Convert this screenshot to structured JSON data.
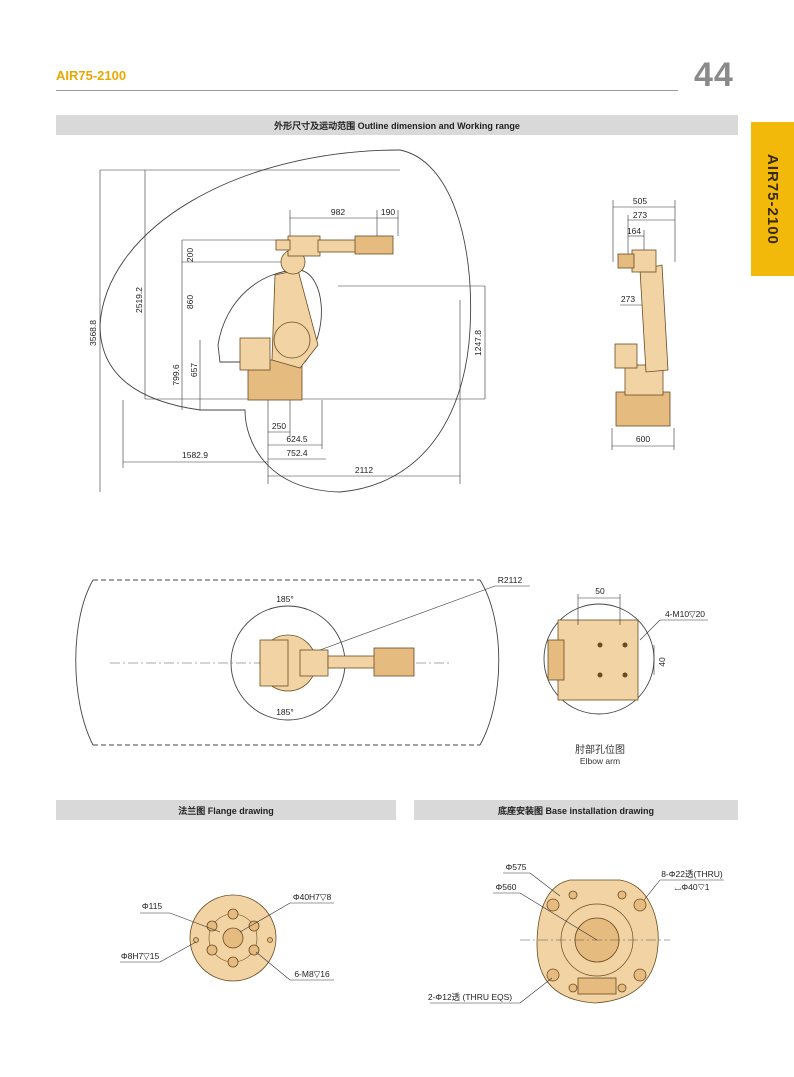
{
  "header": {
    "model": "AIR75-2100",
    "page_number": "44",
    "side_tab": "AIR75-2100"
  },
  "sections": {
    "outline": "外形尺寸及运动范围 Outline dimension and Working range",
    "flange": "法兰图 Flange drawing",
    "base": "底座安装图 Base installation drawing"
  },
  "side_view_dims": {
    "d982": "982",
    "d190": "190",
    "d200": "200",
    "d860": "860",
    "d2519": "2519.2",
    "d3568": "3568.8",
    "d799": "799.6",
    "d657": "657",
    "d1247": "1247.8",
    "d250": "250",
    "d624": "624.5",
    "d752": "752.4",
    "d1582": "1582.9",
    "d2112": "2112"
  },
  "front_view_dims": {
    "d505": "505",
    "d273a": "273",
    "d164": "164",
    "d273b": "273",
    "d600": "600"
  },
  "top_view": {
    "radius": "R2112",
    "angle_top": "185°",
    "angle_bottom": "185°"
  },
  "elbow": {
    "d50": "50",
    "holes": "4-M10▽20",
    "d40": "40",
    "caption_cn": "肘部孔位图",
    "caption_en": "Elbow arm"
  },
  "flange_dims": {
    "phi115": "Φ115",
    "phi40": "Φ40H7▽8",
    "phi8": "Φ8H7▽15",
    "m8": "6-M8▽16"
  },
  "base_dims": {
    "phi575": "Φ575",
    "phi560": "Φ560",
    "holes22": "8-Φ22透(THRU)",
    "cbore": "⌴Φ40▽1",
    "phi12": "2-Φ12透 (THRU EQS)"
  },
  "colors": {
    "accent": "#f2b90a",
    "robot_fill": "#f2d3a4",
    "bar_grey": "#d9d9d9"
  }
}
